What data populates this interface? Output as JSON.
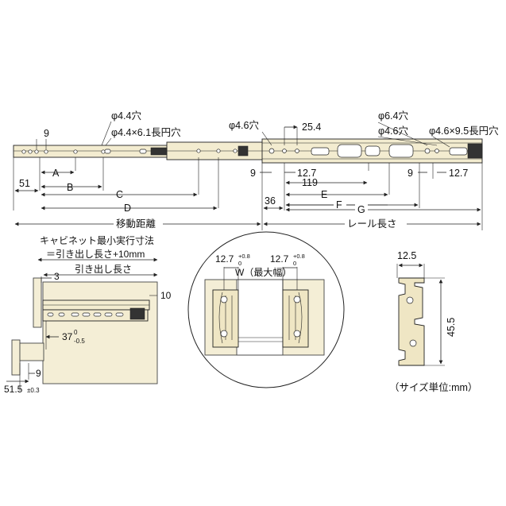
{
  "top_view": {
    "hole_44": "φ4.4穴",
    "slot_44": "φ4.4×6.1長円穴",
    "hole_46_left": "φ4.6穴",
    "dim_254": "25.4",
    "hole_64": "φ6.4穴",
    "hole_46_right": "φ4.6穴",
    "slot_46": "φ4.6×9.5長円穴",
    "dim_9_top": "9",
    "dim_9_mid": "9",
    "dim_127_mid": "12.7",
    "dim_119": "119",
    "dim_9_right": "9",
    "dim_127_right": "12.7",
    "label_a": "A",
    "label_b": "B",
    "label_c": "C",
    "label_d": "D",
    "label_e": "E",
    "label_f": "F",
    "label_g": "G",
    "dim_51": "51",
    "dim_36": "36",
    "travel_label": "移動距離",
    "rail_length_label": "レール長さ"
  },
  "side_view": {
    "cabinet_label": "キャビネット最小実行寸法",
    "formula": "＝引き出し長さ+10mm",
    "drawer_length": "引き出し長さ",
    "dim_3": "3",
    "dim_10": "10",
    "dim_37": "37",
    "dim_37_tol_upper": "0",
    "dim_37_tol_lower": "-0.5",
    "dim_9": "9",
    "dim_515": "51.5",
    "dim_515_tol": "±0.3"
  },
  "detail_view": {
    "left_dim": "12.7",
    "right_dim": "12.7",
    "tol_upper": "+0.8",
    "tol_lower": "0",
    "width_label": "W（最大幅）"
  },
  "section_view": {
    "dim_125": "12.5",
    "dim_455": "45.5"
  },
  "unit_note": "（サイズ単位:mm）"
}
